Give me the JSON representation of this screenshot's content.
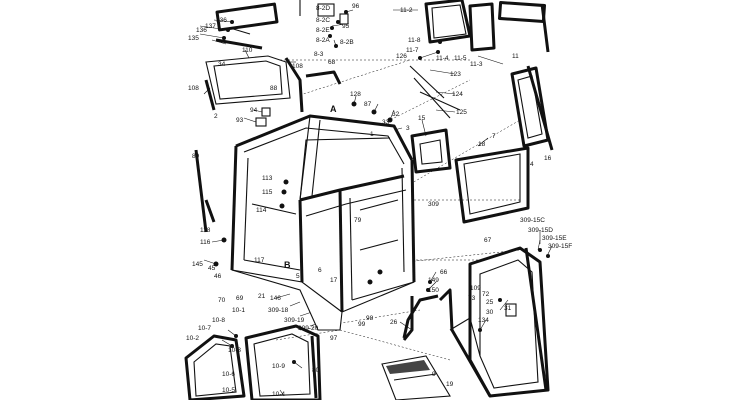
{
  "labels": {
    "l135": "135",
    "l136a": "136",
    "l137": "137",
    "l136b": "136",
    "l8_2d": "8-2D",
    "l8_2c": "8-2C",
    "l8_2e": "8-2E",
    "l8_2a": "8-2A",
    "l8_2b": "8-2B",
    "l8_3": "8-3",
    "l96": "96",
    "l95": "95",
    "l110": "110",
    "l34": "34",
    "l108a": "108",
    "l68": "68",
    "l11_2": "11-2",
    "l11_8": "11-8",
    "l11_7": "11-7",
    "l126": "126",
    "l11_4": "11-4",
    "l11_5": "11-5",
    "l11_3": "11-3",
    "l11": "11",
    "l123": "123",
    "l124": "124",
    "l125": "125",
    "l108b": "108",
    "l2": "2",
    "l88": "88",
    "l94": "94",
    "l128": "128",
    "l87": "87",
    "l32": "32",
    "l33": "33",
    "l3": "3",
    "l93": "93",
    "lA": "A",
    "l1": "1",
    "l15": "15",
    "l18": "18",
    "l7": "7",
    "l4": "4",
    "l16": "16",
    "l89": "89",
    "l113": "113",
    "l115": "115",
    "l114": "114",
    "l79": "79",
    "l309a": "309",
    "l118": "118",
    "l116": "116",
    "l145": "145",
    "l45": "45",
    "l46": "46",
    "l117": "117",
    "lB": "B",
    "l5": "5",
    "l6": "6",
    "l17": "17",
    "l309_15c": "309-15C",
    "l309_15d": "309-15D",
    "l309_15e": "309-15E",
    "l309_15f": "309-15F",
    "l67": "67",
    "l70": "70",
    "l69": "69",
    "l10_1": "10-1",
    "l21": "21",
    "l146": "146",
    "l309_18": "309-18",
    "l309_19": "309-19",
    "l309_20": "309-20",
    "l99": "99",
    "l98": "98",
    "l97": "97",
    "l26": "26",
    "l66": "66",
    "l149": "149",
    "l150": "150",
    "l109": "109",
    "l72": "72",
    "l73": "73",
    "l25": "25",
    "l30": "30",
    "l31": "31",
    "l134": "134",
    "l9": "9",
    "l19": "19",
    "l10_8": "10-8",
    "l10_7": "10-7",
    "l10_2": "10-2",
    "l10_3": "10-3",
    "l10_6": "10-6",
    "l10_5": "10-5",
    "l10_9": "10-9",
    "l80": "80",
    "l10_4": "10-4"
  }
}
